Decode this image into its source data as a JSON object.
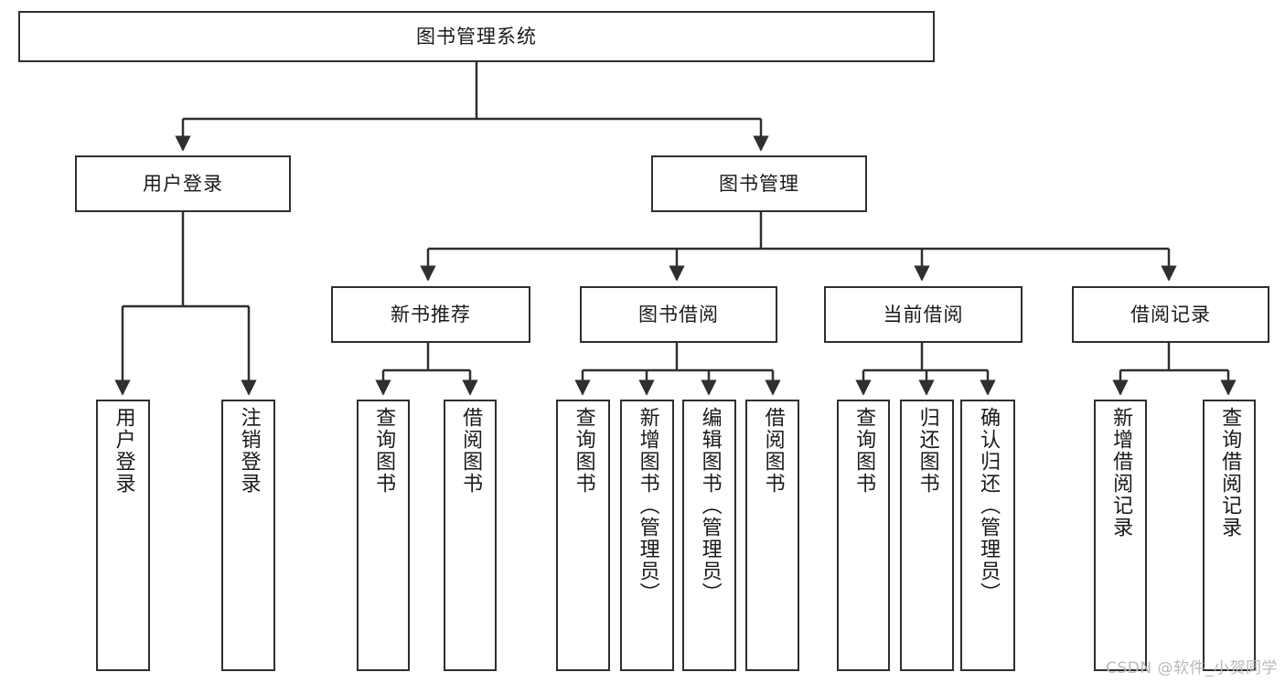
{
  "diagram": {
    "title": "图书管理系统",
    "type": "tree",
    "colors": {
      "stroke": "#2f2f2f",
      "fill": "#ffffff",
      "text": "#1a1a1a",
      "watermark": "#b9b9b9"
    },
    "nodes": {
      "root": {
        "label": "图书管理系统"
      },
      "level2": [
        {
          "label": "用户登录"
        },
        {
          "label": "图书管理"
        }
      ],
      "level3": [
        {
          "label": "新书推荐"
        },
        {
          "label": "图书借阅"
        },
        {
          "label": "当前借阅"
        },
        {
          "label": "借阅记录"
        }
      ],
      "leaves": {
        "user_login": [
          {
            "label": "用户登录"
          },
          {
            "label": "注销登录"
          }
        ],
        "new_book_recommend": [
          {
            "label": "查询图书"
          },
          {
            "label": "借阅图书"
          }
        ],
        "book_borrow": [
          {
            "label": "查询图书"
          },
          {
            "label": "新增图书（管理员）"
          },
          {
            "label": "编辑图书（管理员）"
          },
          {
            "label": "借阅图书"
          }
        ],
        "current_borrow": [
          {
            "label": "查询图书"
          },
          {
            "label": "归还图书"
          },
          {
            "label": "确认归还（管理员）"
          }
        ],
        "borrow_record": [
          {
            "label": "新增借阅记录"
          },
          {
            "label": "查询借阅记录"
          }
        ]
      }
    },
    "watermark": "CSDN @软件_小贺同学"
  }
}
